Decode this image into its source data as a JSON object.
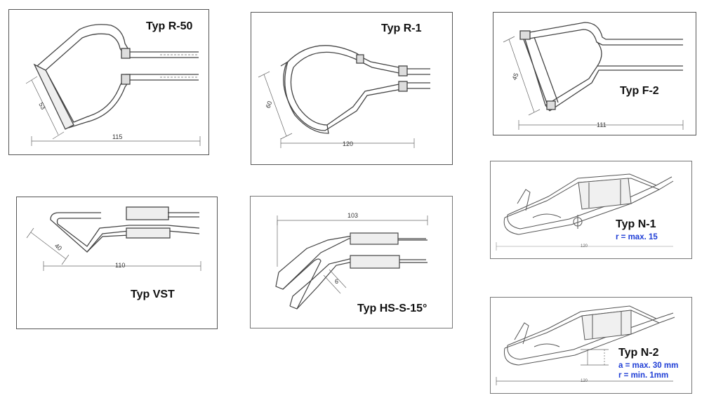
{
  "colors": {
    "border": "#555555",
    "spec_text": "#1f3ed6",
    "drawing": "#333333"
  },
  "panels": {
    "r50": {
      "title": "Typ R-50",
      "dims": {
        "width": "115",
        "diag": "53"
      }
    },
    "r1": {
      "title": "Typ R-1",
      "dims": {
        "width": "120",
        "diag": "60"
      }
    },
    "f2": {
      "title": "Typ F-2",
      "dims": {
        "width": "111",
        "diag": "45"
      }
    },
    "n1": {
      "title": "Typ N-1",
      "spec_r": "r = max. 15",
      "dims": {
        "width": "120"
      }
    },
    "vst": {
      "title": "Typ VST",
      "dims": {
        "width": "110",
        "diag": "40"
      }
    },
    "hss": {
      "title": "Typ HS-S-15°",
      "dims": {
        "width": "103",
        "gap": "6"
      }
    },
    "n2": {
      "title": "Typ N-2",
      "spec_a": "a = max. 30 mm",
      "spec_r": "r = min. 1mm",
      "dims": {
        "width": "120"
      }
    }
  }
}
